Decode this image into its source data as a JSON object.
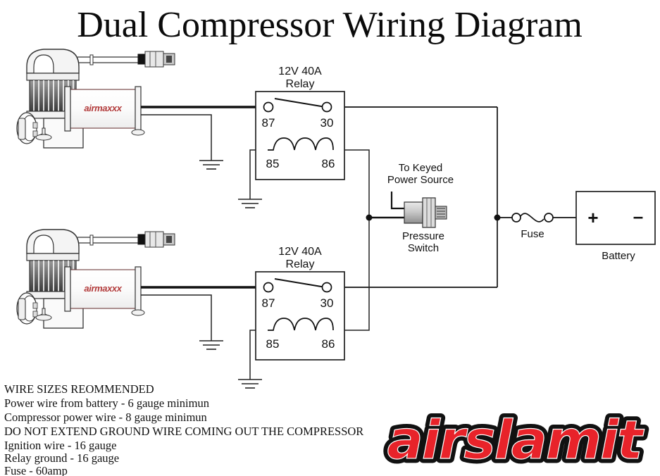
{
  "title": "Dual Compressor Wiring Diagram",
  "brand": {
    "logo_text": "airslamit",
    "logo_color": "#e8232a",
    "logo_outline_color": "#1a1a1a",
    "compressor_decal": "airmaxxx",
    "compressor_decal_color": "#b23b3b"
  },
  "relays": [
    {
      "id": "relay-top",
      "spec_line1": "12V  40A",
      "spec_line2": "Relay",
      "terminals": {
        "t87": "87",
        "t30": "30",
        "t85": "85",
        "t86": "86"
      }
    },
    {
      "id": "relay-bottom",
      "spec_line1": "12V  40A",
      "spec_line2": "Relay",
      "terminals": {
        "t87": "87",
        "t30": "30",
        "t85": "85",
        "t86": "86"
      }
    }
  ],
  "pressure_switch": {
    "source_label_line1": "To Keyed",
    "source_label_line2": "Power Source",
    "name_line1": "Pressure",
    "name_line2": "Switch"
  },
  "fuse": {
    "label": "Fuse"
  },
  "battery": {
    "label": "Battery",
    "positive": "+",
    "negative": "–"
  },
  "notes": {
    "heading": "WIRE SIZES REOMMENDED",
    "lines": [
      "Power wire from battery - 6 gauge minimun",
      "Compressor power wire - 8 gauge minimun",
      "DO NOT EXTEND GROUND WIRE COMING OUT THE COMPRESSOR",
      "Ignition wire - 16 gauge",
      "Relay ground - 16 gauge",
      "Fuse - 60amp"
    ]
  },
  "colors": {
    "wire": "#1a1a1a",
    "outline": "#333333",
    "metal_light": "#f2f2f2",
    "metal_mid": "#d8d8d8",
    "metal_dark": "#4a4a4a"
  }
}
